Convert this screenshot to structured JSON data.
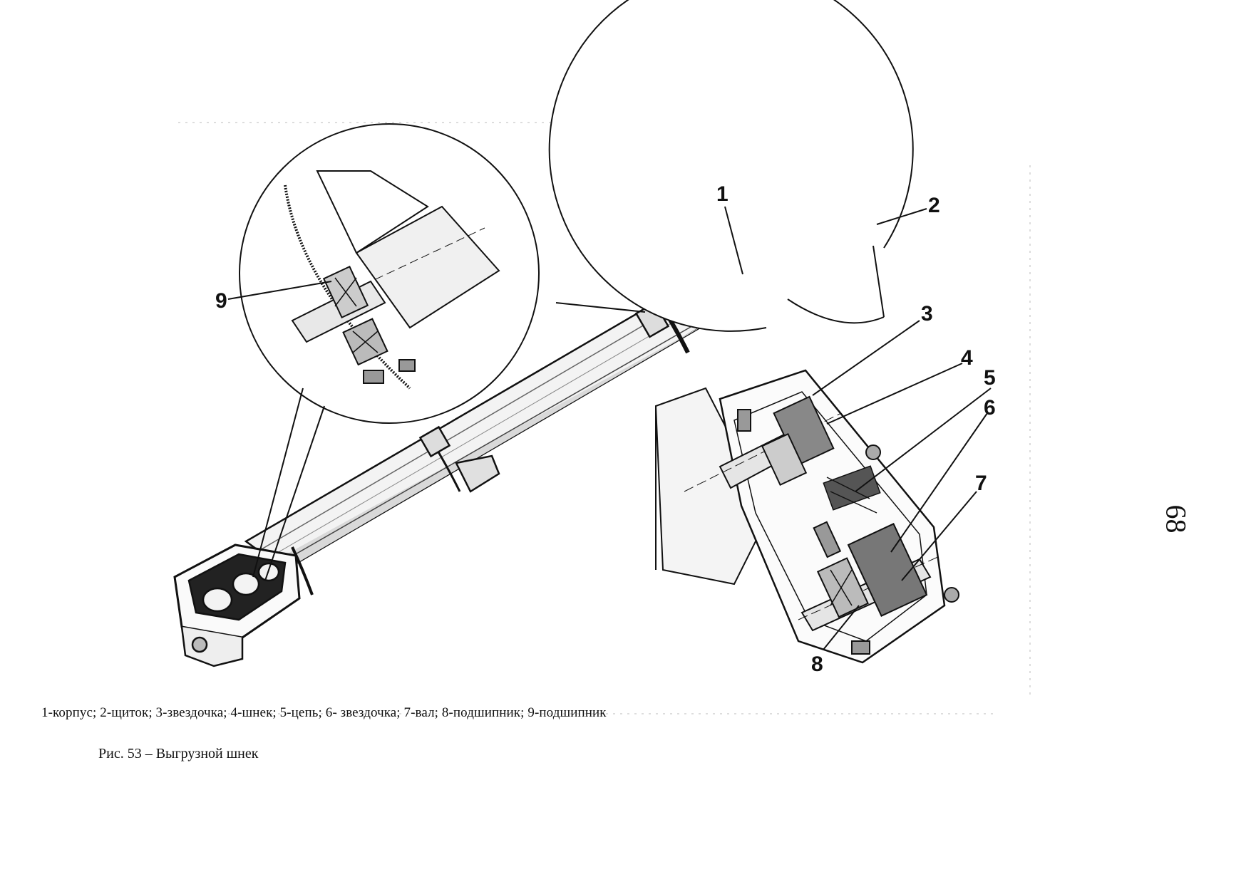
{
  "callouts": [
    {
      "id": "1",
      "label": "1"
    },
    {
      "id": "2",
      "label": "2"
    },
    {
      "id": "3",
      "label": "3"
    },
    {
      "id": "4",
      "label": "4"
    },
    {
      "id": "5",
      "label": "5"
    },
    {
      "id": "6",
      "label": "6"
    },
    {
      "id": "7",
      "label": "7"
    },
    {
      "id": "8",
      "label": "8"
    },
    {
      "id": "9",
      "label": "9"
    }
  ],
  "legend": "1-корпус; 2-щиток; 3-звездочка; 4-шнек; 5-цепь; 6-  звездочка; 7-вал; 8-подшипник; 9-подшипник",
  "figure_title": "Рис. 53 – Выгрузной шнек",
  "page_number": "68"
}
